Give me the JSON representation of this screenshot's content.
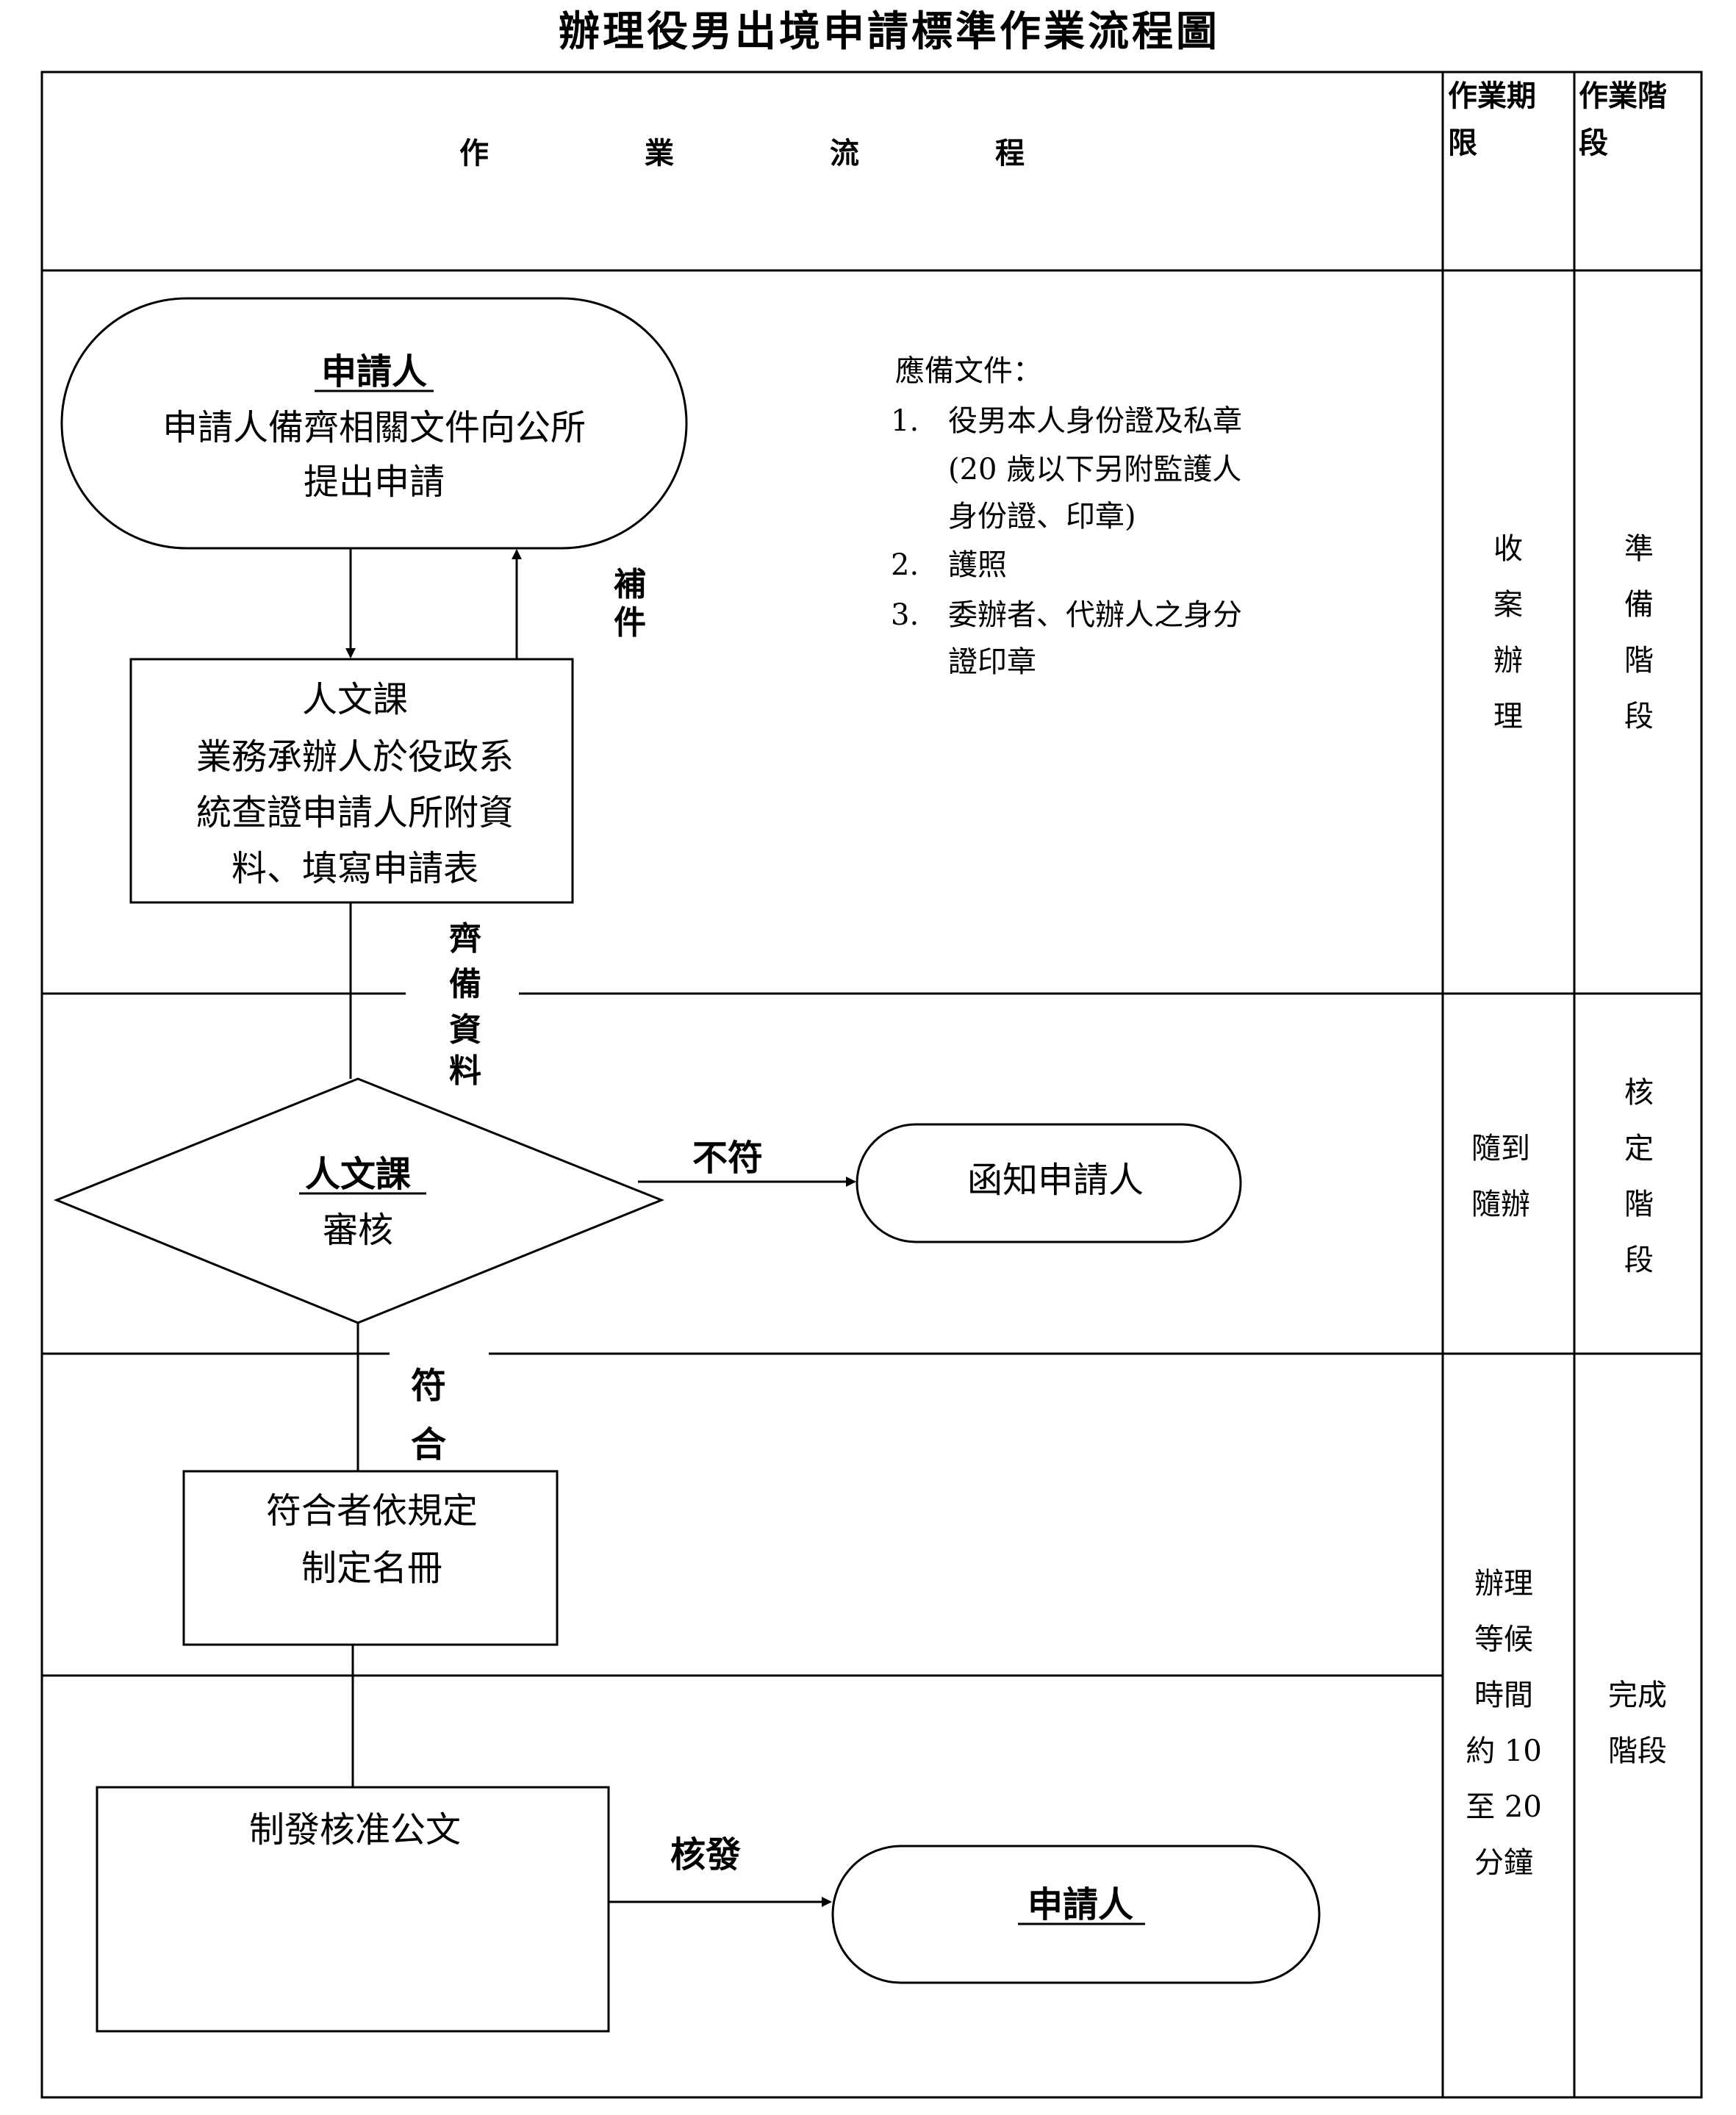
{
  "title": "辦理役男出境申請標準作業流程圖",
  "header": {
    "process_col": [
      "作",
      "業",
      "流",
      "程"
    ],
    "deadline_col": [
      "作業期",
      "限"
    ],
    "stage_col": [
      "作業階",
      "段"
    ]
  },
  "nodes": {
    "applicant_start": {
      "heading": "申請人",
      "lines": [
        "申請人備齊相關文件向公所",
        "提出申請"
      ]
    },
    "documents_note": {
      "heading": "應備文件：",
      "items": [
        {
          "num": "1.",
          "lines": [
            "役男本人身份證及私章",
            "(20 歲以下另附監護人",
            "身份證、印章)"
          ]
        },
        {
          "num": "2.",
          "lines": [
            "護照"
          ]
        },
        {
          "num": "3.",
          "lines": [
            "委辦者、代辦人之身分",
            "證印章"
          ]
        }
      ]
    },
    "humanities_check": {
      "lines": [
        "人文課",
        "業務承辦人於役政系",
        "統查證申請人所附資",
        "料、填寫申請表"
      ]
    },
    "review_decision": {
      "heading": "人文課",
      "label": "審核"
    },
    "notify_applicant": {
      "label": "函知申請人"
    },
    "register_list": {
      "lines": [
        "符合者依規定",
        "制定名冊"
      ]
    },
    "issue_document": {
      "label": "制發核准公文"
    },
    "applicant_end": {
      "label": "申請人"
    }
  },
  "edge_labels": {
    "supplement": [
      "補",
      "件"
    ],
    "complete_docs": [
      "齊",
      "備",
      "資",
      "料"
    ],
    "not_match": "不符",
    "match": [
      "符",
      "合"
    ],
    "issue": "核發"
  },
  "side": {
    "deadline_1": [
      "收",
      "案",
      "辦",
      "理"
    ],
    "stage_1": [
      "準",
      "備",
      "階",
      "段"
    ],
    "deadline_2": [
      "隨到",
      "隨辦"
    ],
    "stage_2": [
      "核",
      "定",
      "階",
      "段"
    ],
    "deadline_3": [
      "辦理",
      "等候",
      "時間",
      "約 10",
      "至 20",
      "分鐘"
    ],
    "stage_3": [
      "完成",
      "階段"
    ]
  }
}
